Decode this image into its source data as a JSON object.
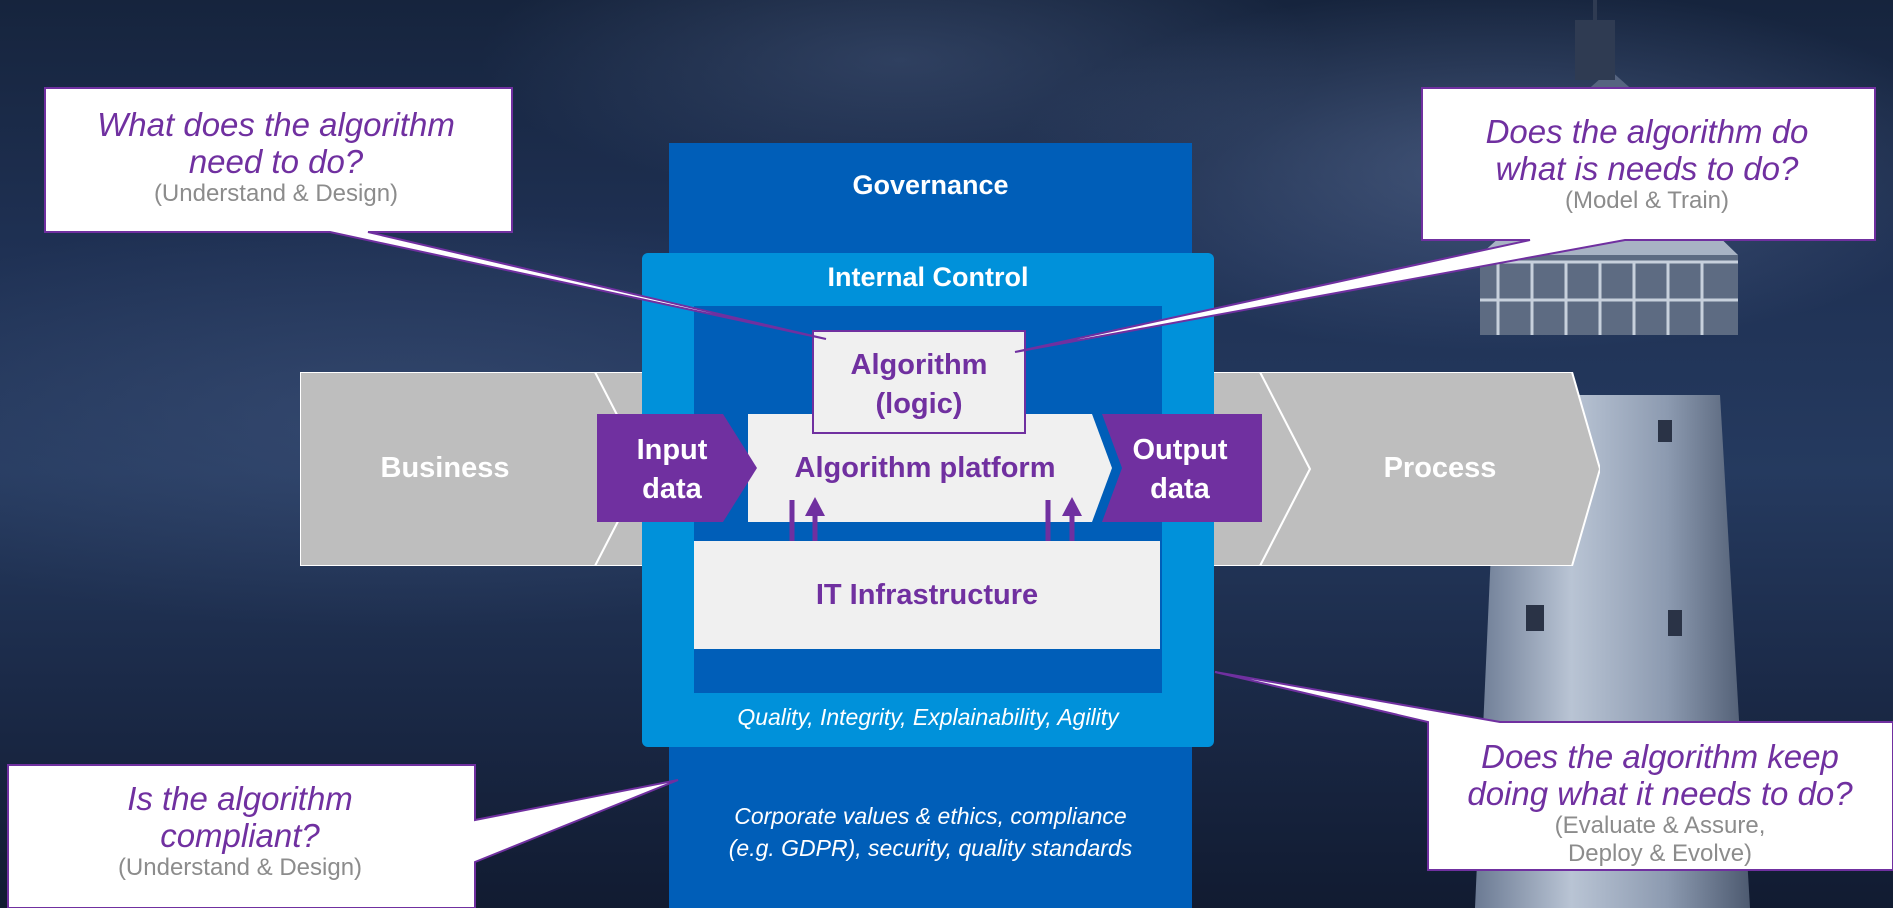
{
  "governance": {
    "title": "Governance",
    "note_line1": "Corporate values & ethics, compliance",
    "note_line2": "(e.g. GDPR), security, quality standards"
  },
  "internal_control": {
    "title": "Internal Control",
    "note": "Quality, Integrity, Explainability, Agility"
  },
  "algorithm_logic": {
    "line1": "Algorithm",
    "line2": "(logic)"
  },
  "algorithm_platform": "Algorithm platform",
  "it_infrastructure": "IT Infrastructure",
  "input_data": {
    "line1": "Input",
    "line2": "data"
  },
  "output_data": {
    "line1": "Output",
    "line2": "data"
  },
  "business": "Business",
  "process": "Process",
  "callouts": [
    {
      "question_line1": "What does the algorithm",
      "question_line2": "need to do?",
      "stage": "(Understand & Design)"
    },
    {
      "question_line1": "Does the algorithm do",
      "question_line2": "what is needs to do?",
      "stage": "(Model & Train)"
    },
    {
      "question_line1": "Is the algorithm",
      "question_line2": "compliant?",
      "stage": "(Understand & Design)"
    },
    {
      "question_line1": "Does the algorithm keep",
      "question_line2": "doing what it needs to do?",
      "stage_line1": "(Evaluate & Assure,",
      "stage_line2": "Deploy & Evolve)"
    }
  ],
  "colors": {
    "governance": "#005eb8",
    "internal_control": "#0091da",
    "accent_purple": "#7030a0",
    "chevron_gray": "#bebebe",
    "light_box": "#f0f0f0"
  }
}
